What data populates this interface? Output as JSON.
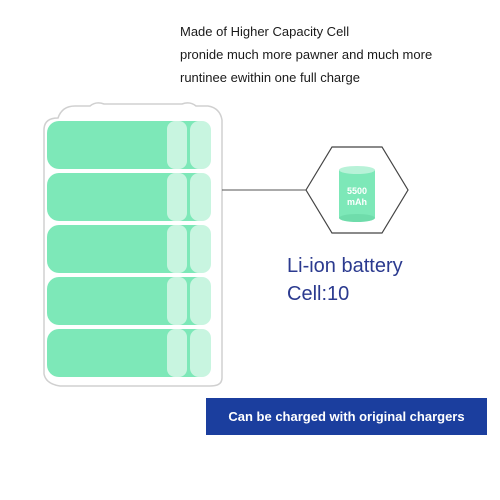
{
  "headline": {
    "line1": "Made of Higher Capacity Cell",
    "line2": "pronide much more pawner and much more",
    "line3": "runtinee ewithin one full charge"
  },
  "cell_badge": {
    "capacity_value": "5500",
    "capacity_unit": "mAh"
  },
  "battery_info": {
    "type": "Li-ion battery",
    "cell_count": "Cell:10"
  },
  "banner": {
    "text": "Can be charged with original chargers"
  },
  "colors": {
    "cell_green": "#7de8b8",
    "cell_highlight": "#c8f5e0",
    "info_text": "#2b3a8f",
    "banner_bg": "#1b3e9e"
  }
}
